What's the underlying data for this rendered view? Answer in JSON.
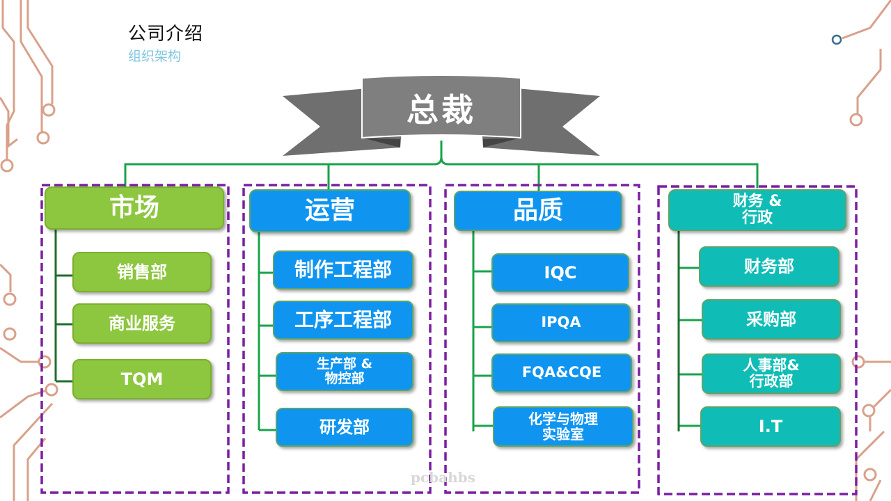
{
  "header": {
    "title": "公司介绍",
    "subtitle": "组织架构"
  },
  "top": {
    "label": "总裁"
  },
  "columns": [
    {
      "head": "市场",
      "items": [
        "销售部",
        "商业服务",
        "TQM"
      ]
    },
    {
      "head": "运营",
      "items": [
        "制作工程部",
        "工序工程部",
        "生产部 &\n物控部",
        "研发部"
      ]
    },
    {
      "head": "品质",
      "items": [
        "IQC",
        "IPQA",
        "FQA&CQE",
        "化学与物理\n实验室"
      ]
    },
    {
      "head": "财务 &\n行政",
      "items": [
        "财务部",
        "采购部",
        "人事部&\n行政部",
        "I.T"
      ]
    }
  ],
  "watermark": "pcbahbs",
  "colors": {
    "market": "#8dc63f",
    "operation": "#0f95f0",
    "quality": "#0f95f0",
    "finance": "#0fbdb6",
    "ribbon": "#7f7f7f",
    "connector": "#19a34a",
    "dashed_border": "#7b1fa2",
    "circuit": "#d9a08a"
  }
}
